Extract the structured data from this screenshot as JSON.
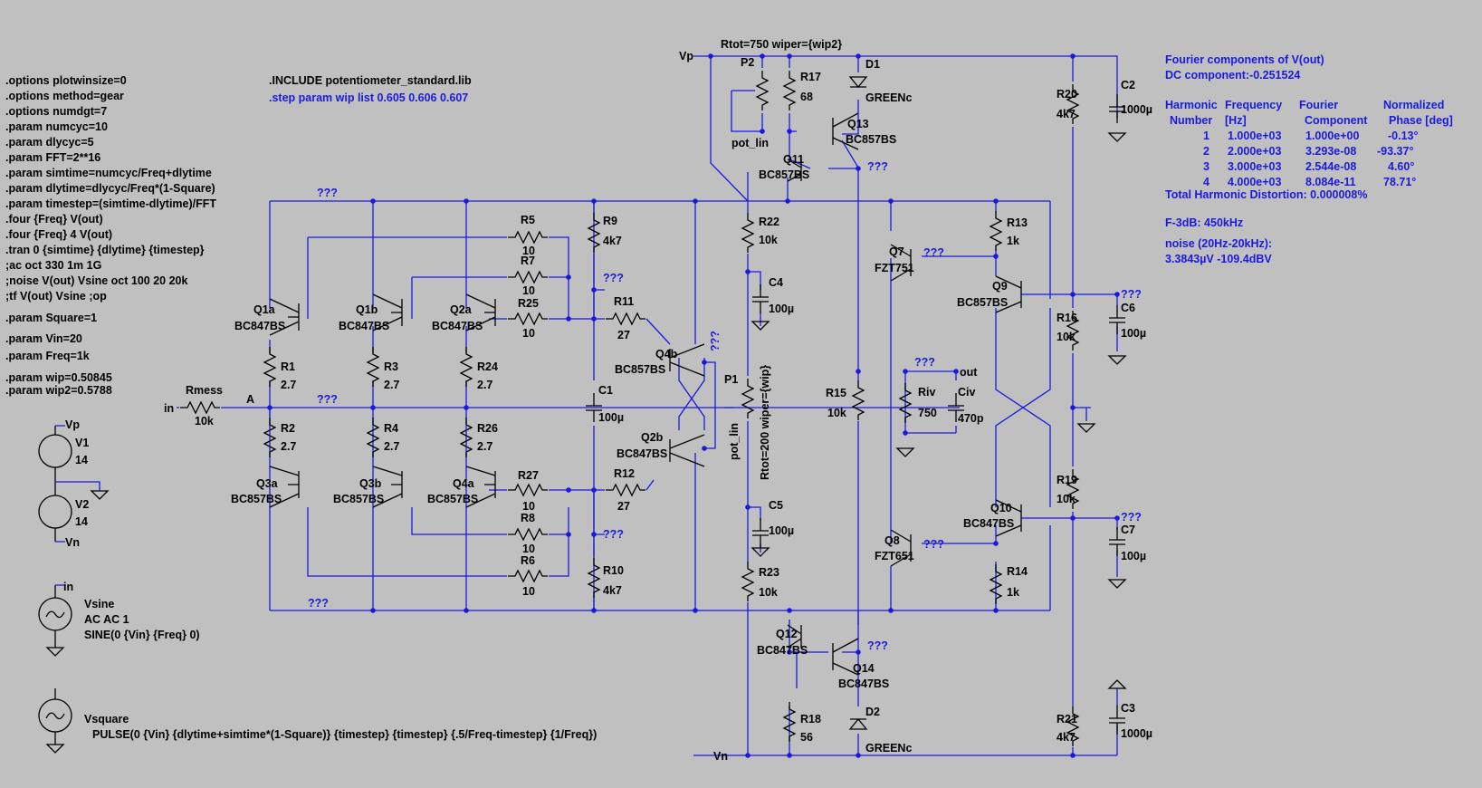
{
  "colors": {
    "background": "#c0c0c0",
    "wire": "#1a1adf",
    "component": "#000000",
    "blue_text": "#1a1adf"
  },
  "directives": [
    ".options plotwinsize=0",
    ".options method=gear",
    ".options numdgt=7",
    ".param numcyc=10",
    ".param dlycyc=5",
    ".param FFT=2**16",
    ".param simtime=numcyc/Freq+dlytime",
    ".param dlytime=dlycyc/Freq*(1-Square)",
    ".param timestep=(simtime-dlytime)/FFT",
    ".four {Freq} V(out)",
    ".four {Freq} 4 V(out)",
    ".tran 0 {simtime} {dlytime} {timestep}",
    ";ac oct 330 1m 1G",
    ";noise V(out) Vsine oct 100 20 20k",
    ";tf V(out) Vsine                              ;op"
  ],
  "params": [
    ".param Square=1",
    ".param Vin=20",
    ".param Freq=1k",
    ".param wip=0.50845",
    ".param wip2=0.5788"
  ],
  "include": ".INCLUDE potentiometer_standard.lib",
  "step": ".step param wip list 0.605 0.606 0.607",
  "fourier": {
    "title": "Fourier components of V(out)",
    "dc": "DC component:-0.251524",
    "headers1": [
      "Harmonic",
      "Frequency",
      "Fourier",
      "Normalized"
    ],
    "headers2": [
      "Number",
      "[Hz]",
      "Component",
      "Phase [deg]"
    ],
    "rows": [
      [
        "1",
        "1.000e+03",
        "1.000e+00",
        "-0.13°"
      ],
      [
        "2",
        "2.000e+03",
        "3.293e-08",
        "-93.37°"
      ],
      [
        "3",
        "3.000e+03",
        "2.544e-08",
        "4.60°"
      ],
      [
        "4",
        "4.000e+03",
        "8.084e-11",
        "78.71°"
      ]
    ],
    "thd": "Total Harmonic Distortion: 0.000008%",
    "f3db": "F-3dB: 450kHz",
    "noise_label": "noise (20Hz-20kHz):",
    "noise_value": "3.3843µV  -109.4dBV"
  },
  "sources": {
    "vp": "Vp",
    "vn": "Vn",
    "v1": "V1",
    "v1_val": "14",
    "v2": "V2",
    "v2_val": "14",
    "in": "in",
    "vsine": "Vsine",
    "vsine_ac": "AC AC 1",
    "vsine_sine": "SINE(0 {Vin} {Freq} 0)",
    "vsquare": "Vsquare",
    "vsquare_pulse": "PULSE(0 {Vin} {dlytime+simtime*(1-Square)} {timestep} {timestep} {.5/Freq-timestep} {1/Freq})"
  },
  "nets": {
    "in": "in",
    "a": "A",
    "vp": "Vp",
    "vn": "Vn",
    "out": "out",
    "pot_lin": "pot_lin",
    "unknown": "???"
  },
  "components": {
    "rmess": "Rmess",
    "rmess_v": "10k",
    "r1": "R1",
    "r2": "R2",
    "r3": "R3",
    "r4": "R4",
    "r24": "R24",
    "r26": "R26",
    "v27": "2.7",
    "r5": "R5",
    "r7": "R7",
    "r25": "R25",
    "r27": "R27",
    "r8": "R8",
    "r6": "R6",
    "v10": "10",
    "r9": "R9",
    "r10": "R10",
    "v4k7": "4k7",
    "r11": "R11",
    "r12": "R12",
    "v27b": "27",
    "c1": "C1",
    "v100u": "100µ",
    "q1a": "Q1a",
    "q1b": "Q1b",
    "q2a": "Q2a",
    "q3a": "Q3a",
    "q3b": "Q3b",
    "q4a": "Q4a",
    "q4b": "Q4b",
    "q2b": "Q2b",
    "bc847": "BC847BS",
    "bc857": "BC857BS",
    "p1": "P1",
    "p1_rtot": "Rtot=200 wiper={wip}",
    "p2": "P2",
    "p2_rtot": "Rtot=750 wiper={wip2}",
    "r17": "R17",
    "r17_v": "68",
    "d1": "D1",
    "d2": "D2",
    "greenc": "GREENc",
    "q11": "Q11",
    "q12": "Q12",
    "q13": "Q13",
    "q14": "Q14",
    "r22": "R22",
    "r23": "R23",
    "v10k": "10k",
    "c4": "C4",
    "c5": "C5",
    "r15": "R15",
    "r18": "R18",
    "r18_v": "56",
    "q7": "Q7",
    "q8": "Q8",
    "fzt751": "FZT751",
    "fzt651": "FZT651",
    "riv": "Riv",
    "riv_v": "750",
    "civ": "Civ",
    "civ_v": "470p",
    "r13": "R13",
    "r14": "R14",
    "v1k": "1k",
    "q9": "Q9",
    "q10": "Q10",
    "r16": "R16",
    "r19": "R19",
    "r20": "R20",
    "r21": "R21",
    "c2": "C2",
    "c3": "C3",
    "c6": "C6",
    "c7": "C7",
    "v1000u": "1000µ"
  }
}
